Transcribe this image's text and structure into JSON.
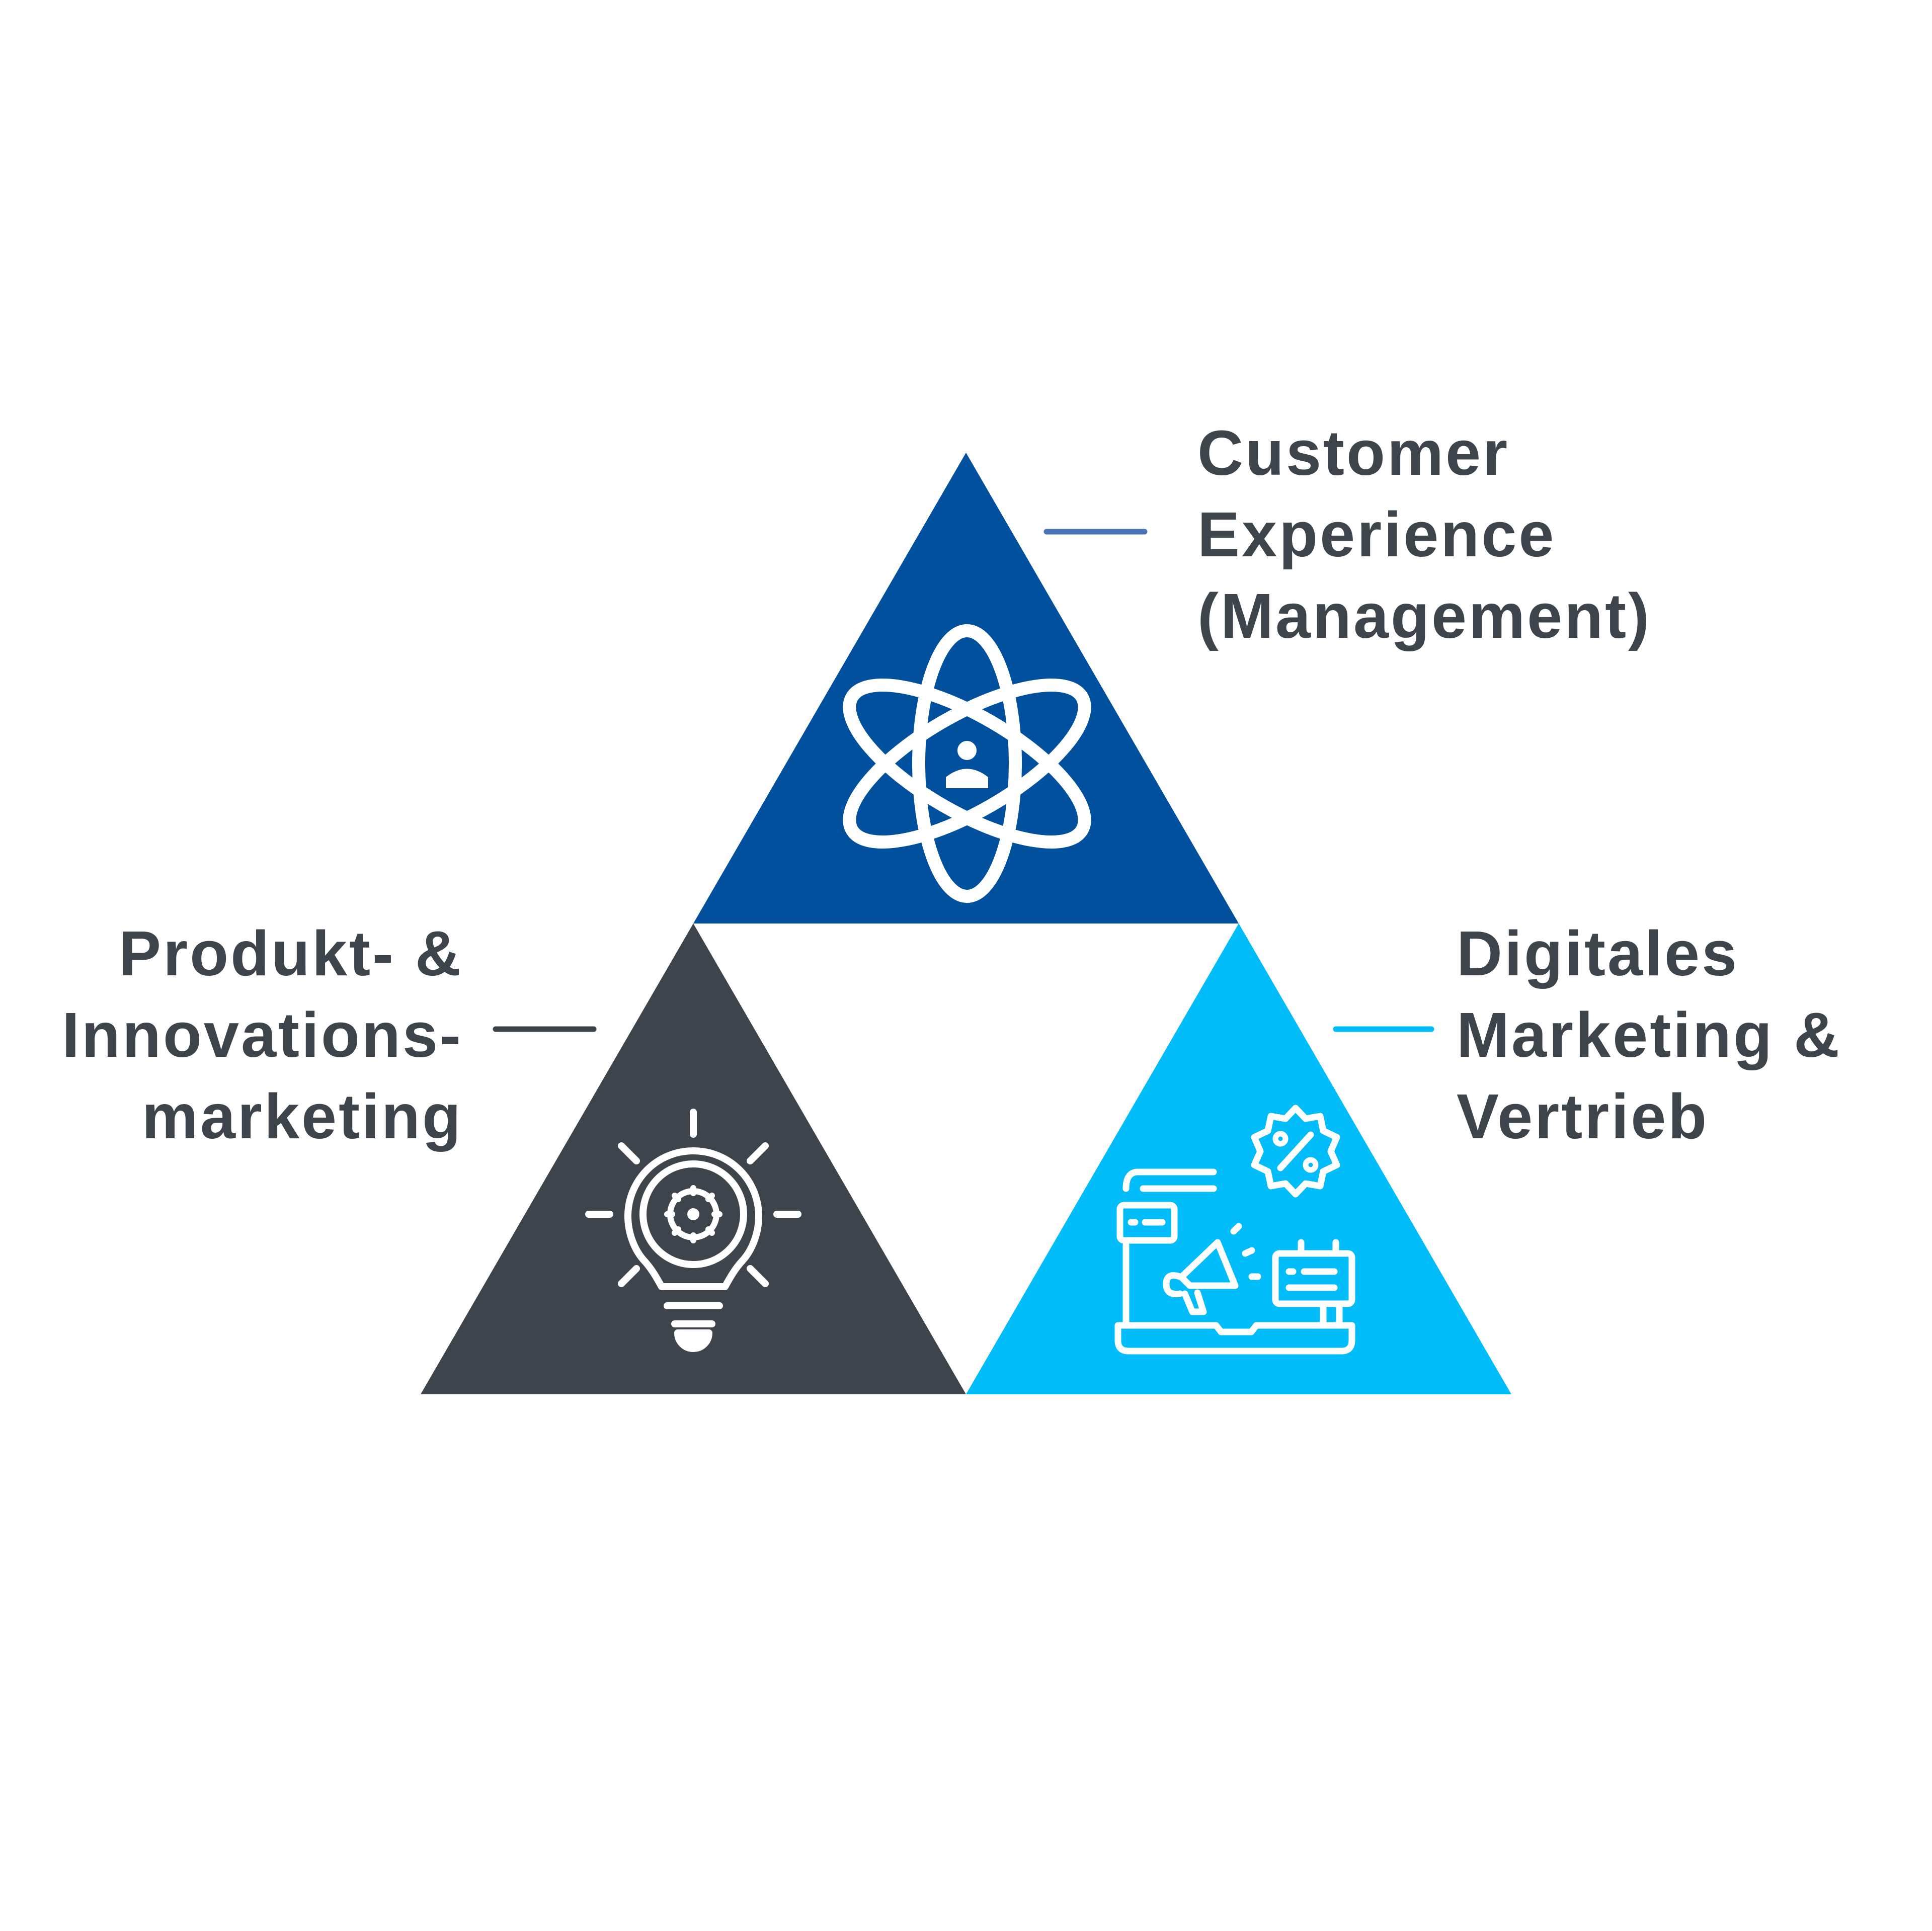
{
  "colors": {
    "cx": "#00509e",
    "pim": "#3e444c",
    "dmv": "#00bdfa",
    "icon": "#ffffff",
    "text": "#3e444c",
    "connector_cx": "#4a72b8"
  },
  "segments": [
    {
      "id": "cx",
      "icon": "atom-person-icon",
      "lines": [
        "Customer",
        "Experience",
        "(Management)"
      ]
    },
    {
      "id": "pim",
      "icon": "lightbulb-gear-icon",
      "lines": [
        "Produkt- &",
        "Innovations-",
        "marketing"
      ]
    },
    {
      "id": "dmv",
      "icon": "laptop-megaphone-discount-icon",
      "lines": [
        "Digitales",
        "Marketing &",
        "Vertrieb"
      ]
    }
  ]
}
